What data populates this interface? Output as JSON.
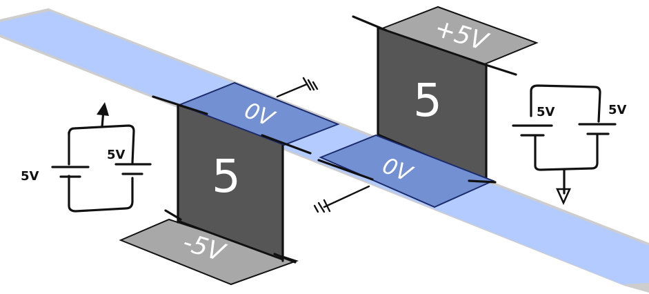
{
  "diagram": {
    "center_left_plate_label": "0V",
    "center_right_plate_label": "0V",
    "gate_left_value": "5",
    "gate_right_value": "5",
    "bottom_left_tab_label": "-5V",
    "top_right_tab_label": "+5V",
    "left_battery_label_a": "5V",
    "left_battery_label_b": "5V",
    "right_battery_label_a": "5V",
    "right_battery_label_b": "5V"
  },
  "colors": {
    "channel_fill": "#b3cbff",
    "channel_edge": "#c9c9c9",
    "plate_fill": "#7390d2",
    "gate_fill": "#565656",
    "tab_fill": "#a8a8a8",
    "ink": "#111111"
  },
  "icons": {
    "ground_symbol_top": "ground-icon",
    "ground_symbol_bottom": "ground-icon",
    "arrow_up": "arrow-up-icon",
    "arrow_down": "arrow-down-icon"
  }
}
